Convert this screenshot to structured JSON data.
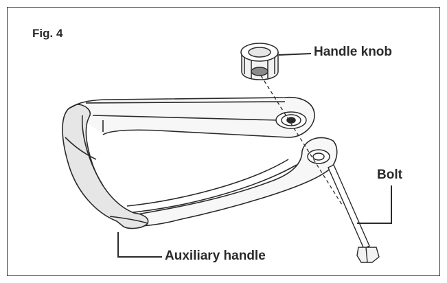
{
  "figure": {
    "number_label": "Fig. 4"
  },
  "labels": {
    "handle_knob": "Handle knob",
    "bolt": "Bolt",
    "auxiliary_handle": "Auxiliary handle"
  },
  "colors": {
    "frame": "#3a3a3a",
    "line": "#2a2a2a",
    "fill_light": "#f7f7f7",
    "fill_shade": "#e6e6e6",
    "fill_dark": "#8a8a8a"
  }
}
